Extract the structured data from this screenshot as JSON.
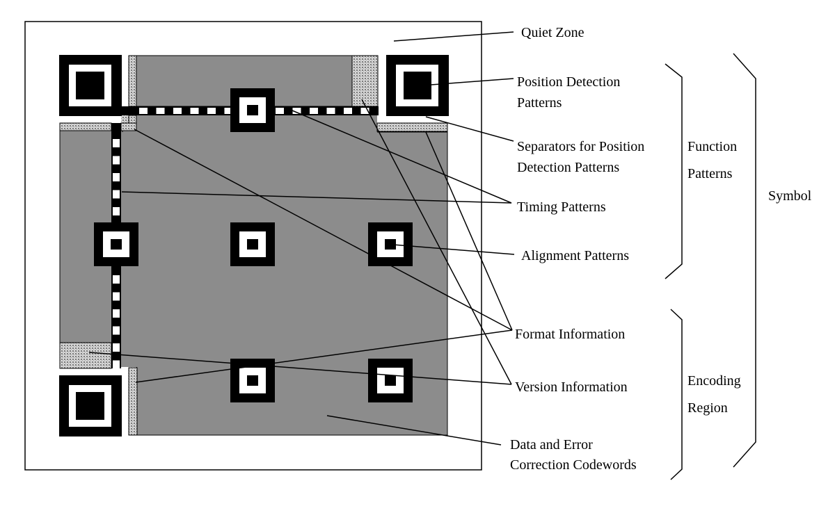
{
  "labels": {
    "quiet_zone": "Quiet Zone",
    "position_detection": [
      "Position Detection",
      "Patterns"
    ],
    "separators": [
      "Separators for Position",
      "Detection Patterns"
    ],
    "timing": "Timing Patterns",
    "alignment": "Alignment Patterns",
    "format": "Format Information",
    "version": "Version Information",
    "data_codewords": [
      "Data and Error",
      "Correction Codewords"
    ]
  },
  "groups": {
    "function_patterns": [
      "Function",
      "Patterns"
    ],
    "encoding_region": [
      "Encoding",
      "Region"
    ],
    "symbol": "Symbol"
  },
  "colors": {
    "module_dark": "#000000",
    "module_light": "#ffffff",
    "encoding_fill": "#8c8c8c",
    "hatch_fill": "#c8c8c8"
  }
}
